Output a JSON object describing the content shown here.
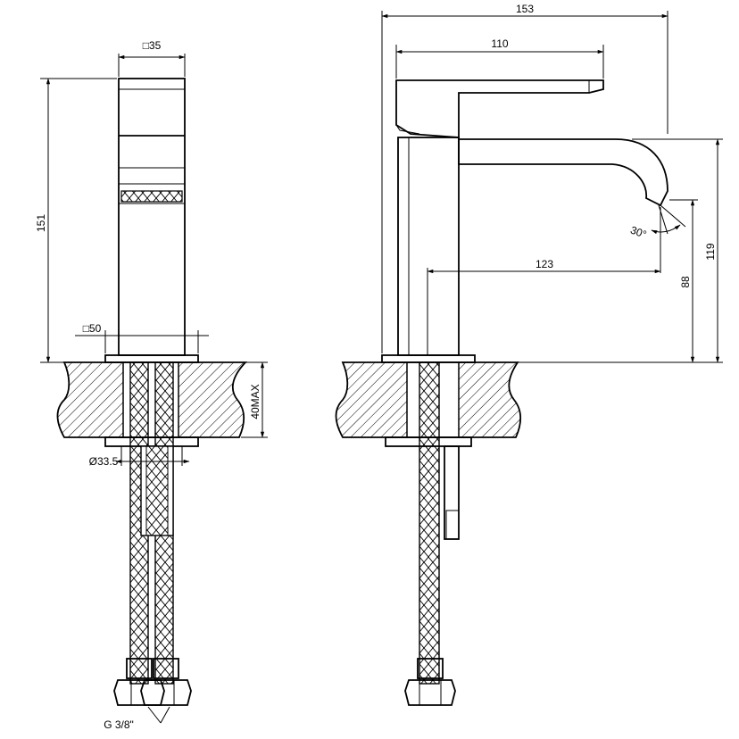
{
  "dimensions": {
    "front_width": "□35",
    "front_height": "151",
    "base_square": "□50",
    "counter_max": "40MAX",
    "hole_diameter": "Ø33.5",
    "thread": "G  3/8\"",
    "side_total_width": "153",
    "side_handle_length": "110",
    "spout_reach": "123",
    "spout_angle": "30°",
    "spout_height": "88",
    "total_height": "119"
  }
}
